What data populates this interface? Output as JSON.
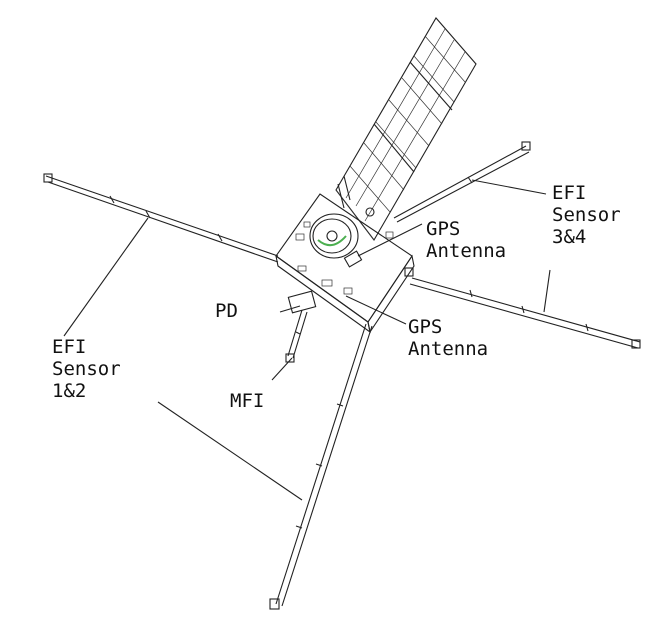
{
  "labels": {
    "gps_antenna_top": [
      "GPS",
      "Antenna"
    ],
    "gps_antenna_bottom": [
      "GPS",
      "Antenna"
    ],
    "efi_sensor_34": [
      "EFI",
      "Sensor",
      "3&4"
    ],
    "efi_sensor_12": [
      "EFI",
      "Sensor",
      "1&2"
    ],
    "pd": "PD",
    "mfi": "MFI"
  },
  "colors": {
    "line": "#222222",
    "background": "#ffffff",
    "accent": "#4caf50"
  }
}
